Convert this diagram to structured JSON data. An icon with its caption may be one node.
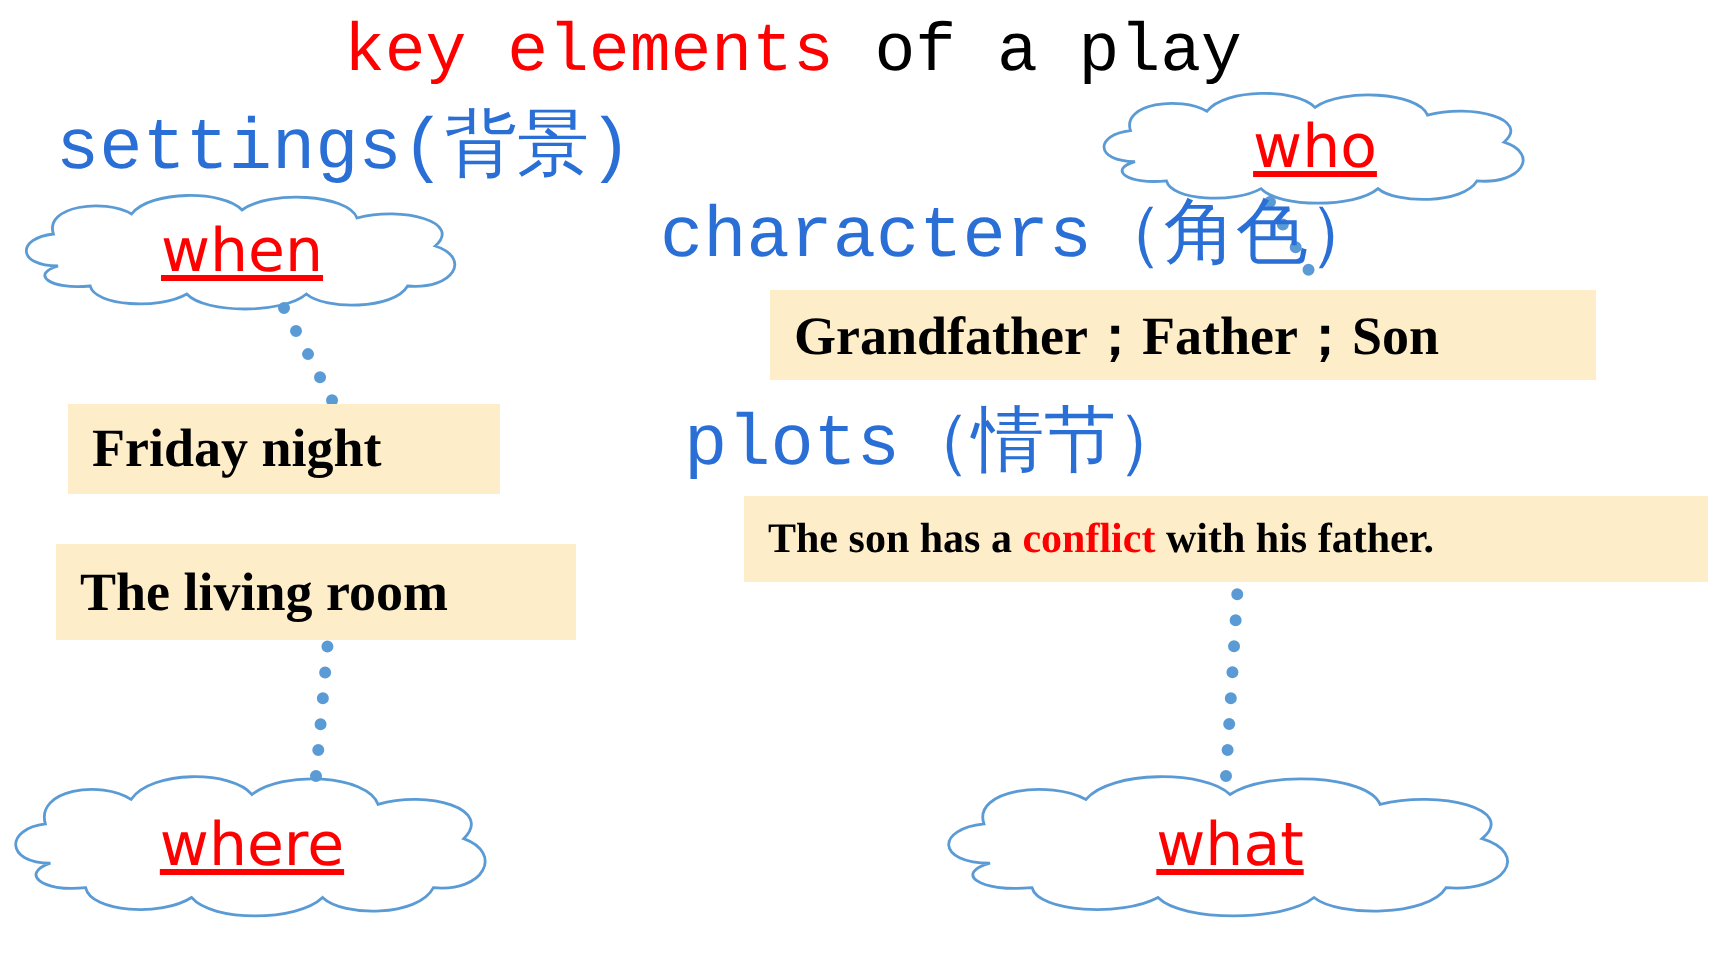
{
  "diagram": {
    "title": "key elements of a play",
    "nodes": [
      {
        "text": [
          "who"
        ]
      },
      {
        "text": [
          "when"
        ]
      },
      {
        "text": [
          "Grandfather；Father；Son"
        ]
      },
      {
        "text": [
          "Friday night"
        ]
      },
      {
        "text": [
          "The son has a conflict with his father."
        ]
      },
      {
        "text": [
          "The living room"
        ]
      },
      {
        "text": [
          "where"
        ]
      },
      {
        "text": [
          "what"
        ]
      }
    ],
    "edges": [
      {
        "from": 0,
        "to": 2,
        "arrow": "none",
        "style": "dashed"
      },
      {
        "from": 1,
        "to": 3,
        "arrow": "none",
        "style": "dashed"
      },
      {
        "from": 6,
        "to": 5,
        "arrow": "none",
        "style": "dashed"
      },
      {
        "from": 7,
        "to": 4,
        "arrow": "none",
        "style": "dashed"
      }
    ],
    "labels": [
      "settings(背景)",
      "characters（角色）",
      "plots（情节）"
    ]
  }
}
